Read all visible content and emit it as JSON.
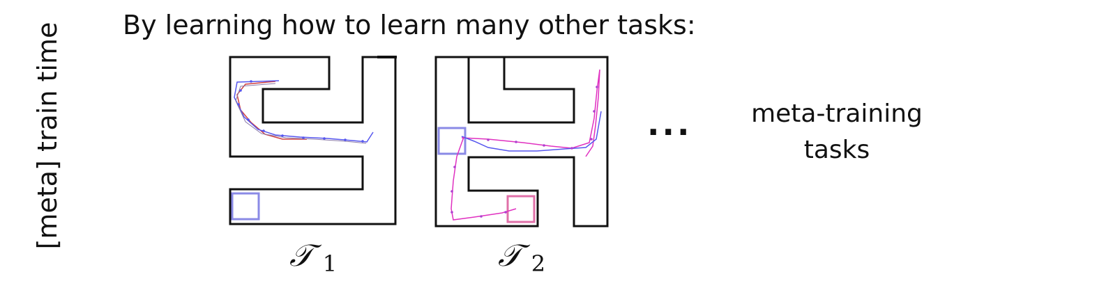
{
  "side_label": "[meta] train time",
  "headline": "By learning how to learn many other tasks:",
  "tasks": [
    {
      "symbol": "𝒯",
      "subscript": "1"
    },
    {
      "symbol": "𝒯",
      "subscript": "2"
    }
  ],
  "ellipsis": "...",
  "meta_label_line1": "meta-training",
  "meta_label_line2": "tasks",
  "colors": {
    "maze_wall": "#111111",
    "blue_trajectory": "#5555ee",
    "magenta_trajectory": "#e030c0",
    "red_trajectory": "#d04040",
    "blue_goal": "#8a8ae6",
    "pink_goal": "#e070a8"
  }
}
